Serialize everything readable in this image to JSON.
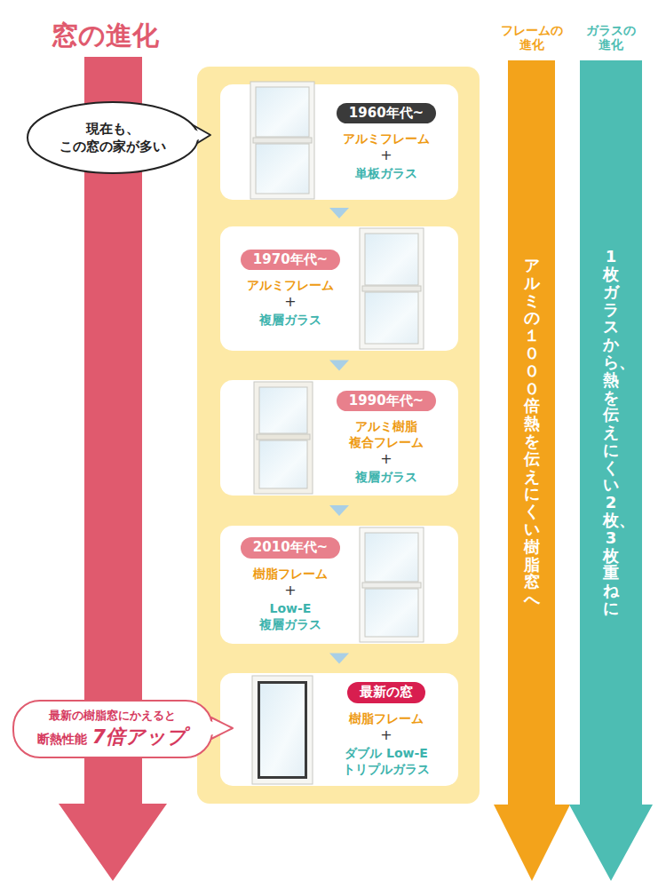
{
  "diagram": {
    "title": "窓の進化",
    "nodes": [
      {
        "text": [
          "現在も、 この窓の家が多い"
        ]
      },
      {
        "text": [
          "1960年代~",
          "アルミフレーム",
          "+",
          "単板ガラス"
        ]
      },
      {
        "text": [
          "1970年代~",
          "アルミフレーム",
          "+",
          "複層ガラス"
        ]
      },
      {
        "text": [
          "1990年代~",
          "アルミ樹脂 複合フレーム",
          "+",
          "複層ガラス"
        ]
      },
      {
        "text": [
          "2010年代~",
          "樹脂フレーム",
          "+",
          "Low-E 複層ガラス"
        ]
      },
      {
        "text": [
          "最新の窓",
          "樹脂フレーム",
          "+",
          "ダブル Low-E トリプルガラス"
        ]
      },
      {
        "text": [
          "最新の樹脂窓にかえると",
          "断熱性能",
          "7倍アップ"
        ]
      },
      {
        "text": [
          "フレームの 進化",
          "アルミの１０００倍熱を伝えにくい樹脂窓へ"
        ]
      },
      {
        "text": [
          "ガラスの 進化",
          "1枚ガラスから、熱を伝えにくい2枚、3枚重ねに"
        ]
      }
    ],
    "edges": [
      {
        "from": 1,
        "to": 2,
        "arrow": "to"
      },
      {
        "from": 2,
        "to": 3,
        "arrow": "to"
      },
      {
        "from": 3,
        "to": 4,
        "arrow": "to"
      },
      {
        "from": 4,
        "to": 5,
        "arrow": "to"
      }
    ]
  }
}
